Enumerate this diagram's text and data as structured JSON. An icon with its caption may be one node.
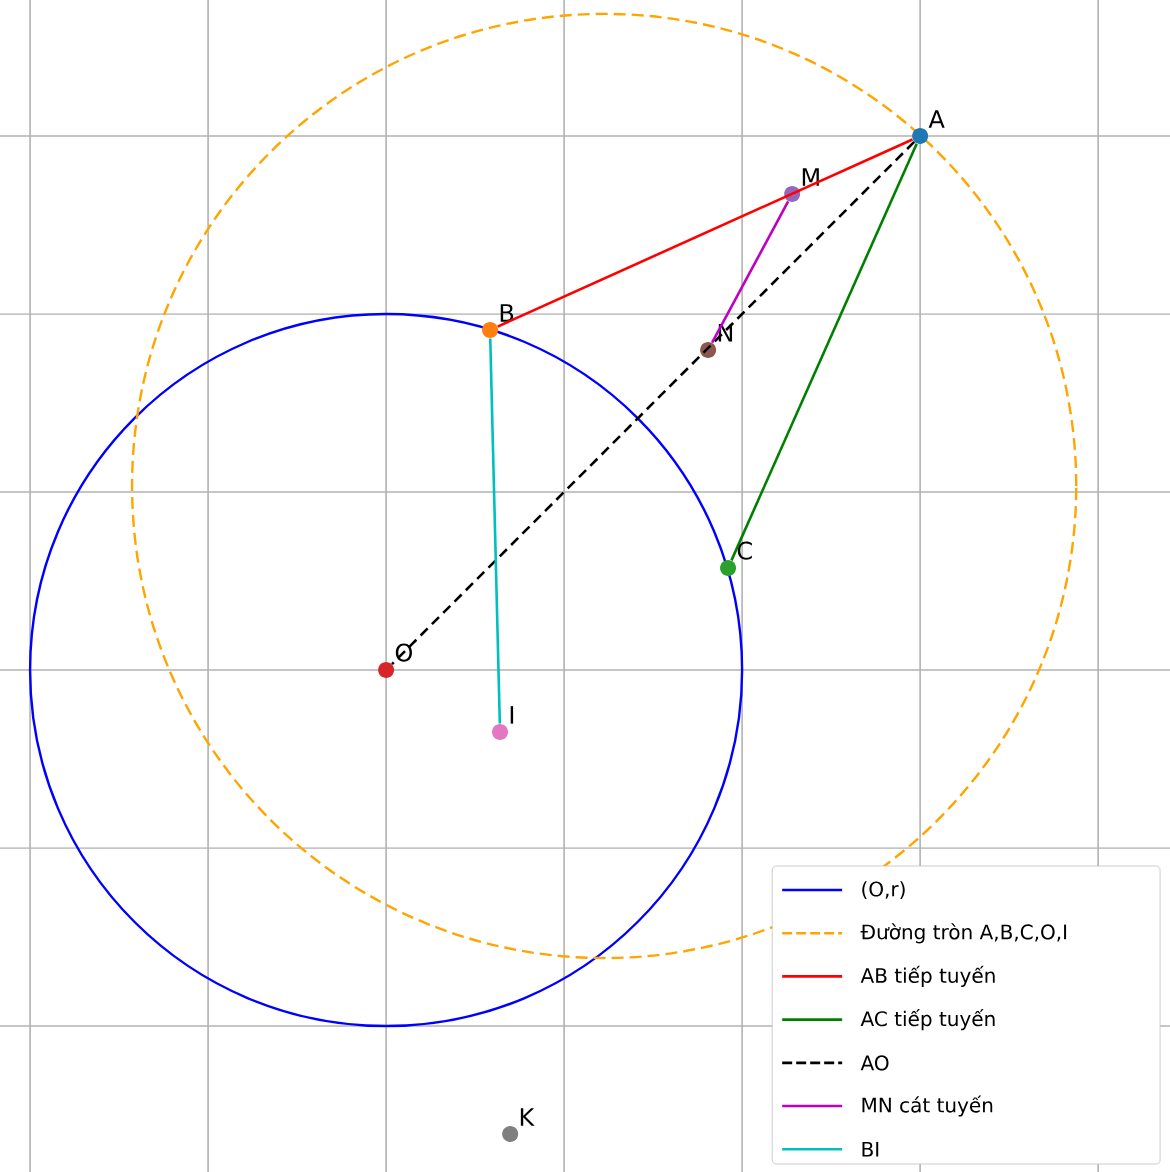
{
  "diagram": {
    "nodes": [
      {
        "text": [
          "A"
        ]
      },
      {
        "text": [
          "B"
        ]
      },
      {
        "text": [
          "C"
        ]
      },
      {
        "text": [
          "O"
        ]
      },
      {
        "text": [
          "M"
        ]
      },
      {
        "text": [
          "N"
        ]
      },
      {
        "text": [
          "I"
        ]
      },
      {
        "text": [
          "K"
        ]
      }
    ],
    "edges": [
      {
        "from": 0,
        "to": 1,
        "arrow": "none",
        "color": "#ff0000"
      },
      {
        "from": 0,
        "to": 2,
        "arrow": "none",
        "color": "#008000"
      },
      {
        "from": 0,
        "to": 3,
        "arrow": "none",
        "style": "dashed",
        "color": "#000000"
      },
      {
        "from": 4,
        "to": 5,
        "arrow": "none",
        "color": "#c000c0"
      },
      {
        "from": 1,
        "to": 6,
        "arrow": "none",
        "color": "#00bfbf"
      }
    ],
    "legend": [
      {
        "text": "(O,r)"
      },
      {
        "text": "Đường tròn A,B,C,O,I"
      },
      {
        "text": "AB tiếp tuyến"
      },
      {
        "text": "AC tiếp tuyến"
      },
      {
        "text": "AO"
      },
      {
        "text": "MN cát tuyến"
      },
      {
        "text": "BI"
      }
    ]
  }
}
